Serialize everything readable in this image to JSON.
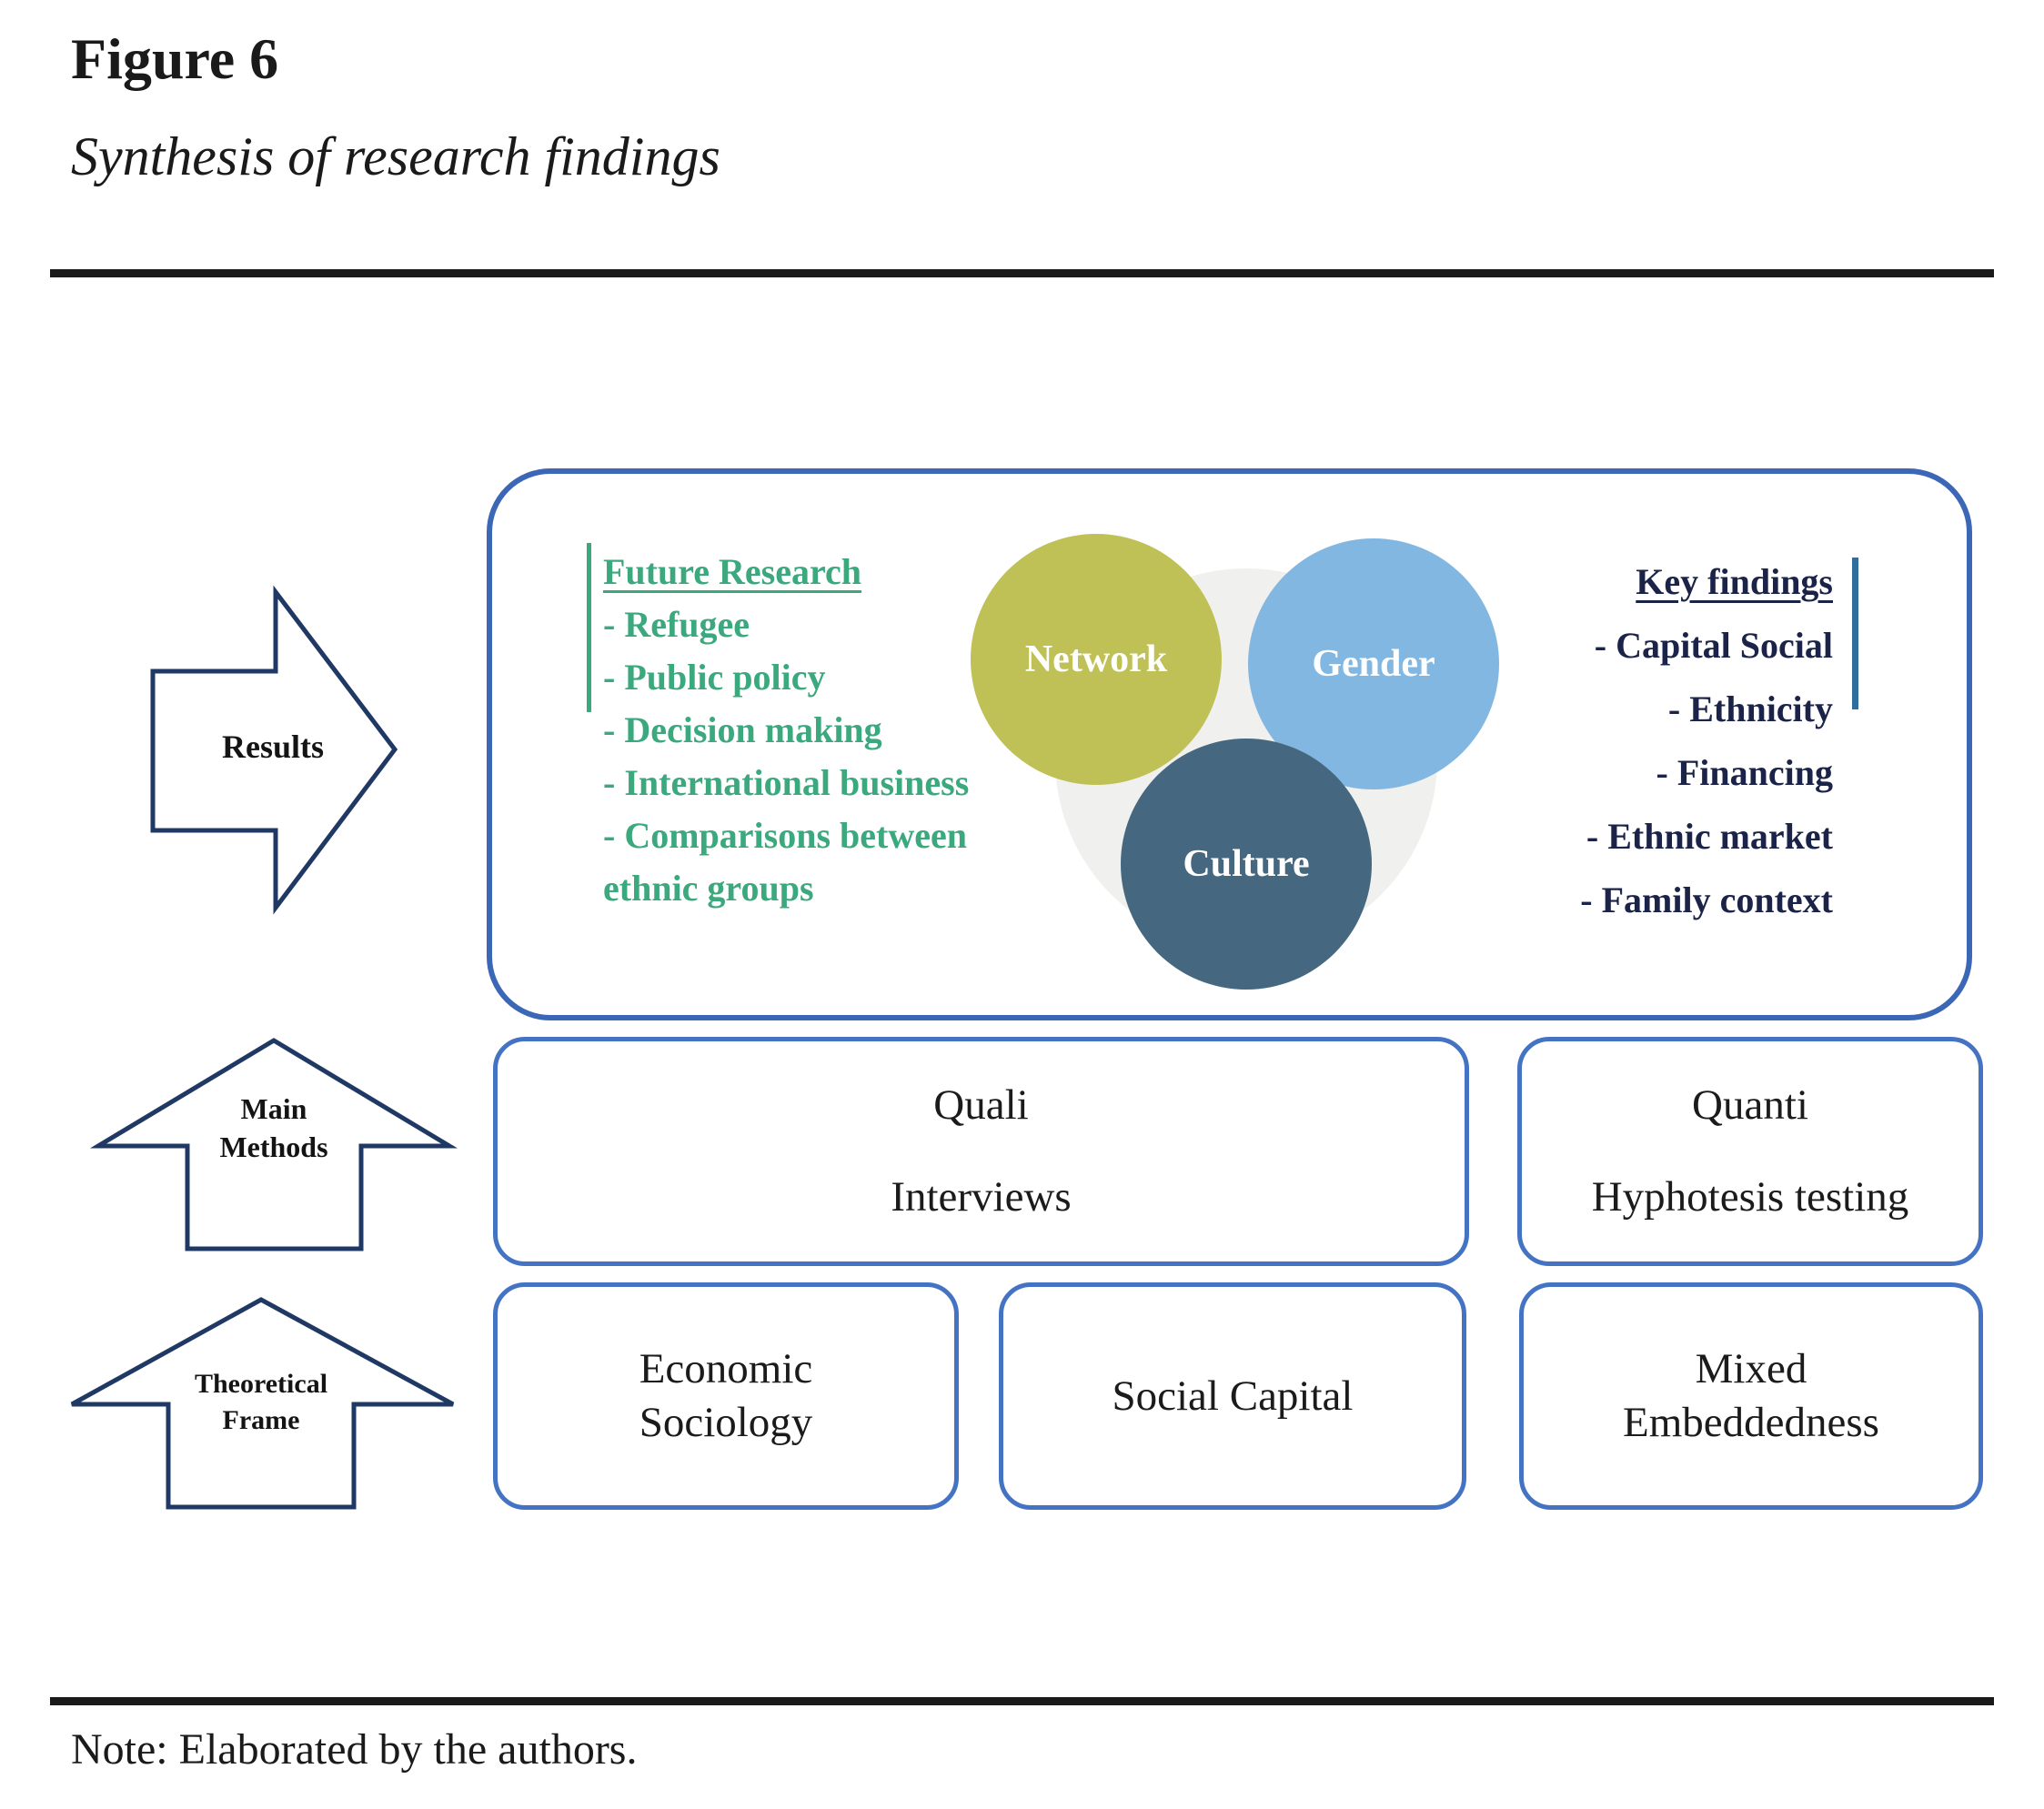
{
  "page": {
    "figure_label": "Figure 6",
    "figure_title": "Synthesis of research findings",
    "note": "Note: Elaborated by the authors."
  },
  "arrows": {
    "results": "Results",
    "main_methods": "Main Methods",
    "theoretical_frame": "Theoretical Frame"
  },
  "results_panel": {
    "future_research": {
      "heading": "Future Research",
      "items": [
        "- Refugee",
        "- Public policy",
        "- Decision making",
        "- International business",
        "- Comparisons between ethnic groups"
      ]
    },
    "venn": {
      "circles": [
        {
          "label": "Network",
          "color": "#bfc156"
        },
        {
          "label": "Gender",
          "color": "#82b7e2"
        },
        {
          "label": "Culture",
          "color": "#45677f"
        }
      ],
      "background_circle_color": "#f0f0ee"
    },
    "key_findings": {
      "heading": "Key findings",
      "items": [
        "- Capital Social",
        "- Ethnicity",
        "- Financing",
        "- Ethnic market",
        "- Family context"
      ]
    }
  },
  "methods_row": [
    {
      "line1": "Quali",
      "line2": "Interviews"
    },
    {
      "line1": "Quanti",
      "line2": "Hyphotesis testing"
    }
  ],
  "theory_row": [
    {
      "label": "Economic Sociology"
    },
    {
      "label": "Social Capital"
    },
    {
      "label": "Mixed Embeddedness"
    }
  ],
  "colors": {
    "future_research_green": "#3ba87d",
    "key_findings_navy": "#1b2448",
    "key_findings_bar_blue": "#2e6e9e",
    "panel_border_blue": "#3c66b6",
    "box_border_blue": "#4573c4",
    "arrow_outline_navy": "#1f3864",
    "rule_black": "#1a1a1a"
  }
}
